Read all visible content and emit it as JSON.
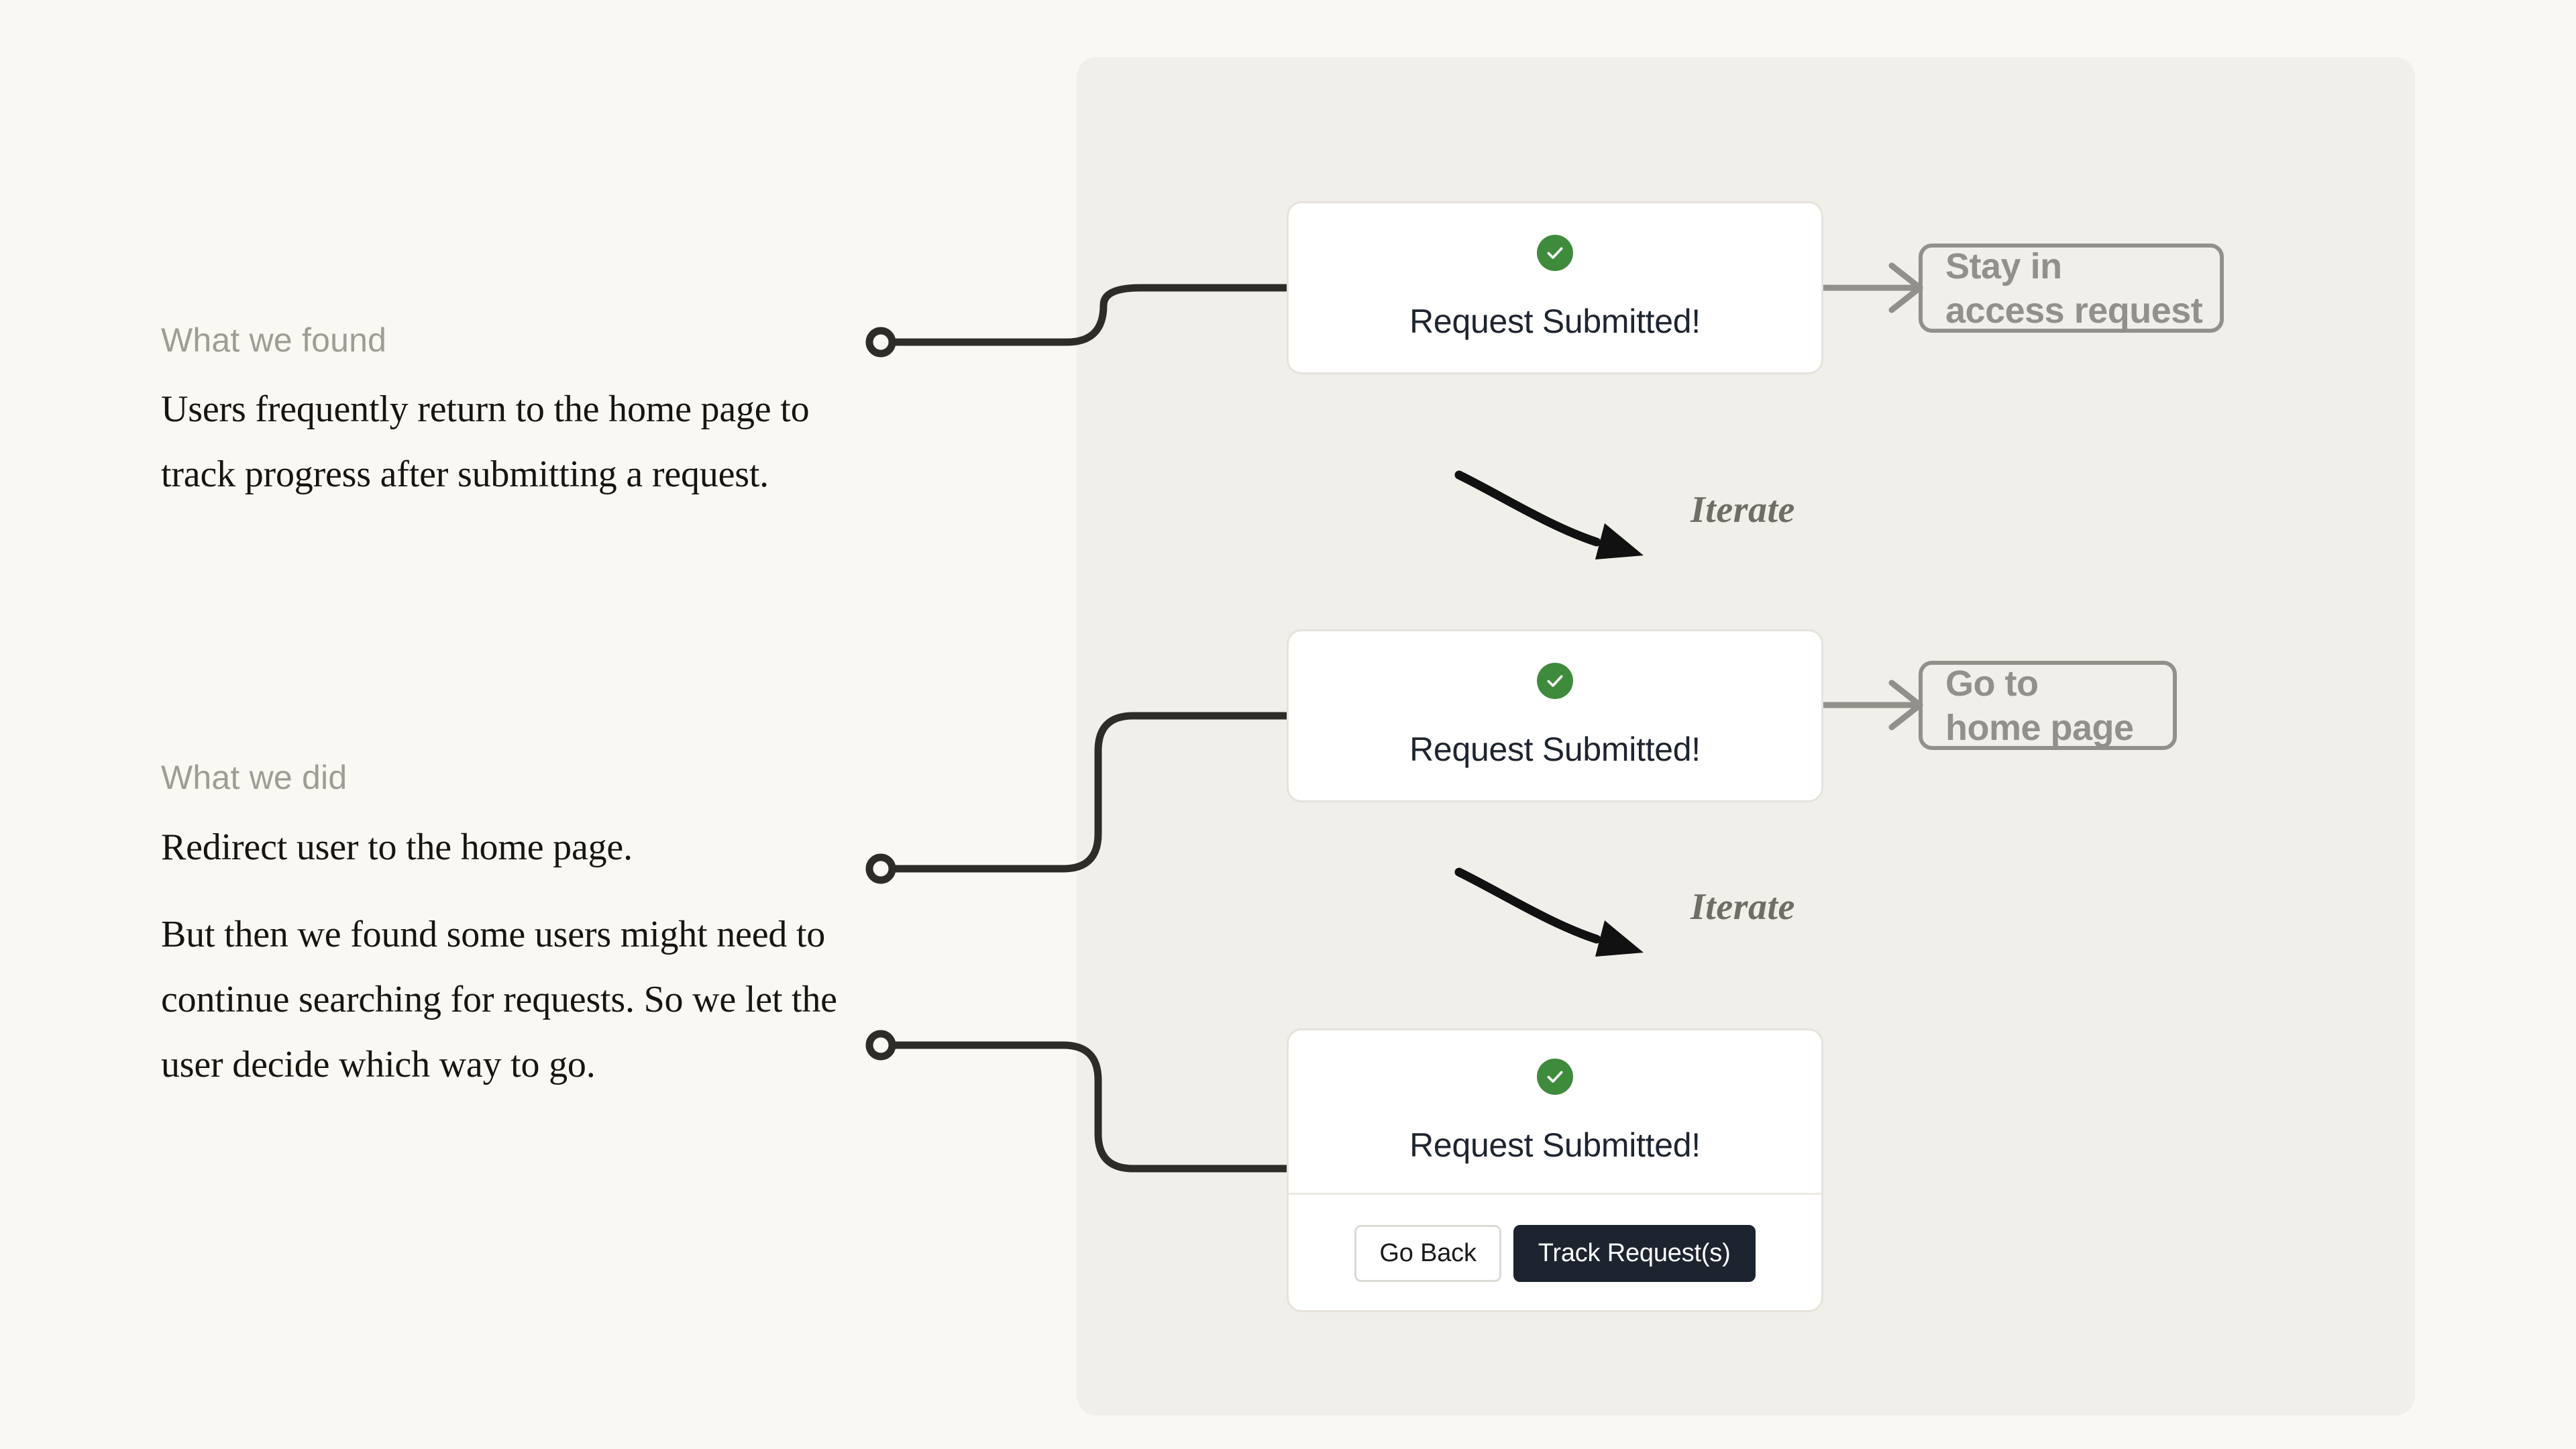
{
  "narrative": {
    "found": {
      "eyebrow": "What we found",
      "body": "Users frequently return to the home page to track progress after submitting a request."
    },
    "did": {
      "eyebrow": "What we did",
      "body_1": "Redirect user to the home page.",
      "body_2": "But then we found some users might need to continue searching for requests. So we let the user decide which way to go."
    }
  },
  "flow": {
    "cards": [
      {
        "status_icon": "green-check-circle-icon",
        "title": "Request Submitted!",
        "buttons": []
      },
      {
        "status_icon": "green-check-circle-icon",
        "title": "Request Submitted!",
        "buttons": []
      },
      {
        "status_icon": "green-check-circle-icon",
        "title": "Request Submitted!",
        "buttons": [
          {
            "label": "Go Back",
            "style": "secondary"
          },
          {
            "label": "Track Request(s)",
            "style": "primary"
          }
        ]
      }
    ],
    "outcomes": [
      {
        "line_1": "Stay in",
        "line_2": "access request"
      },
      {
        "line_1": "Go to",
        "line_2": "home page"
      }
    ],
    "annotations": [
      {
        "label": "Iterate",
        "icon": "curved-arrow-down-right-icon"
      },
      {
        "label": "Iterate",
        "icon": "curved-arrow-down-right-icon"
      }
    ]
  },
  "buttons": {
    "go_back": "Go Back",
    "track_requests": "Track Request(s)"
  },
  "colors": {
    "page_background": "#faf8f3",
    "panel_background": "#f1efea",
    "card_background": "#ffffff",
    "card_border": "#e6e3dc",
    "connector": "#2e2c29",
    "outcome_outline": "#92908a",
    "success_green": "#3f8b3c",
    "primary_button": "#1d2430",
    "eyebrow_text": "#9d9c95",
    "body_text": "#16150f",
    "annotation_text": "#6f6d66"
  }
}
